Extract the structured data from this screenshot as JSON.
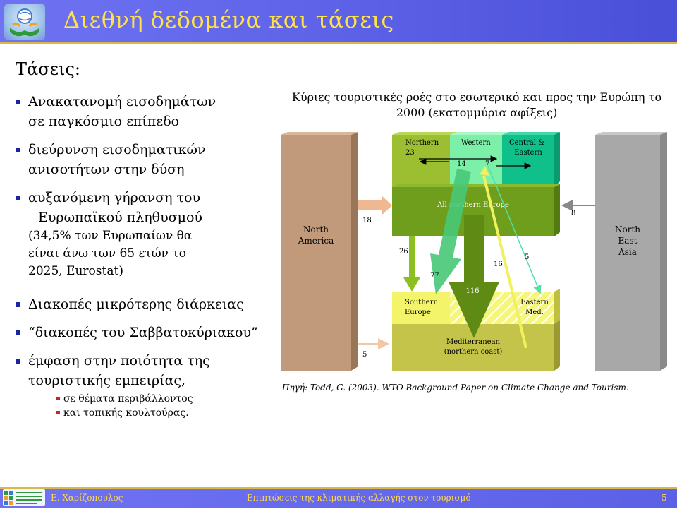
{
  "slide": {
    "title": "Διεθνή δεδομένα και τάσεις",
    "section_heading": "Τάσεις:"
  },
  "bullets": [
    {
      "lines": [
        "Ανακατανομή εισοδημάτων",
        "σε παγκόσμιο επίπεδο"
      ]
    },
    {
      "lines": [
        "διεύρυνση εισοδηματικών",
        "ανισοτήτων στην δύση"
      ]
    },
    {
      "lines": [
        "αυξανόμενη γήρανση του",
        "Ευρωπαϊκού πληθυσμού"
      ],
      "notes": [
        "(34,5% των Ευρωπαίων θα",
        "είναι άνω των 65 ετών το",
        "2025, Eurostat)"
      ]
    },
    {
      "lines": [
        "Διακοπές μικρότερης διάρκειας"
      ]
    },
    {
      "lines": [
        "“διακοπές του Σαββατοκύριακου”"
      ]
    },
    {
      "lines": [
        "έμφαση στην ποιότητα της",
        "τουριστικής εμπειρίας,"
      ],
      "sub": [
        "σε θέματα περιβάλλοντος",
        "και τοπικής κουλτούρας."
      ]
    }
  ],
  "figure": {
    "title_lines": [
      "Κύριες τουριστικές ροές στο εσωτερικό και προς την Ευρώπη το",
      "2000 (εκατομμύρια αφίξεις)"
    ],
    "regions": {
      "north_america": [
        "North",
        "America"
      ],
      "north_east_asia": [
        "North",
        "East",
        "Asia"
      ],
      "northern": "Northern",
      "western": "Western",
      "central_eastern": [
        "Central &",
        "Eastern"
      ],
      "all_northern_europe": "All northern Europe",
      "southern_europe": [
        "Southern",
        "Europe"
      ],
      "eastern_med": [
        "Eastern",
        "Med."
      ],
      "mediterranean": [
        "Mediterranean",
        "(northern coast)"
      ]
    },
    "flows": {
      "northern_internal": "23",
      "western_to_northern": "14",
      "western_to_central": "7",
      "north_america_to_northern": "18",
      "north_america_to_med": "5",
      "asia_to_northern": "8",
      "northern_to_southern": "26",
      "western_to_southern": "77",
      "northern_to_med": "116",
      "med_to_western": "16",
      "northern_to_eastern_med": "5"
    },
    "source": "Πηγή: Todd, G. (2003). WTO Background Paper on Climate Change and Tourism.",
    "colors": {
      "north_america": "#c09a7a",
      "asia": "#a8a8a8",
      "northern_block": "#9cbf32",
      "western_block": "#7cf0a8",
      "central_block": "#10c08a",
      "all_northern": "#6e9e1c",
      "southern_block": "#f4f46a",
      "med_block": "#c4c44a"
    }
  },
  "footer": {
    "author": "Ε. Χαρίζοπουλος",
    "topic": "Επιπτώσεις της κλιματικής αλλαγής στον τουρισμό",
    "page": "5"
  }
}
